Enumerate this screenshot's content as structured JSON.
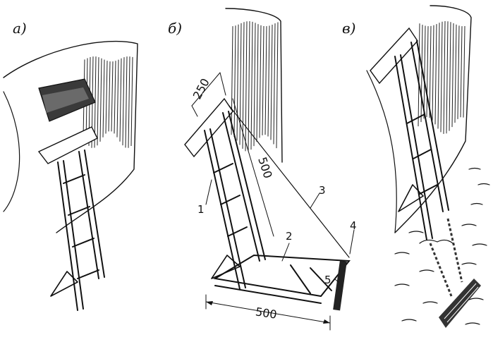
{
  "panels": {
    "a": {
      "label": "а)"
    },
    "b": {
      "label": "б)"
    },
    "v": {
      "label": "в)"
    }
  },
  "callouts": [
    "1",
    "2",
    "3",
    "4",
    "5"
  ],
  "dimensions": {
    "top_width": "250",
    "height": "500",
    "bottom_width": "500"
  }
}
